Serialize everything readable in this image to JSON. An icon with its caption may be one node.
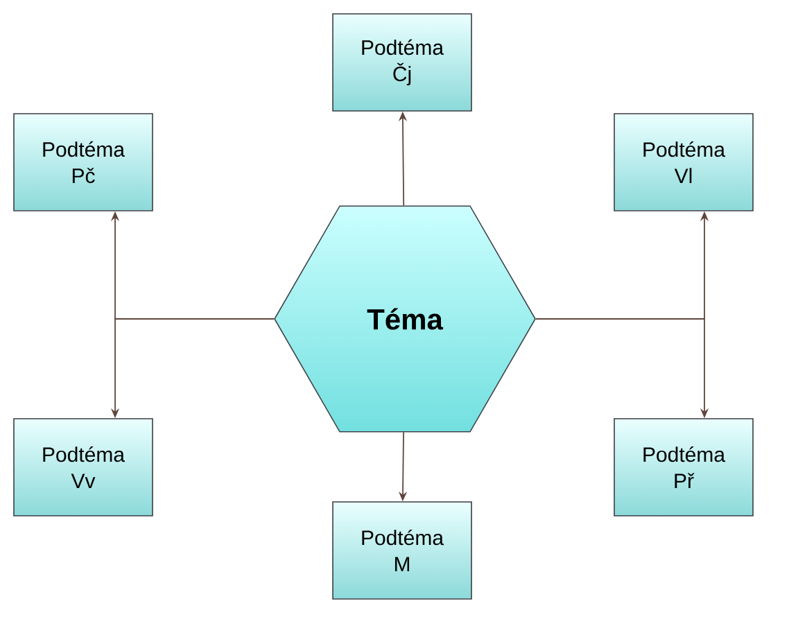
{
  "diagram": {
    "nodes": [
      {
        "text": [
          "Podtéma Čj"
        ]
      },
      {
        "text": [
          "Podtéma Pč"
        ]
      },
      {
        "text": [
          "Podtéma Vl"
        ]
      },
      {
        "text": [
          "Téma"
        ]
      },
      {
        "text": [
          "Podtéma Vv"
        ]
      },
      {
        "text": [
          "Podtéma Př"
        ]
      },
      {
        "text": [
          "Podtéma M"
        ]
      }
    ],
    "edges": [
      {
        "from": 3,
        "to": 0,
        "arrow": "to"
      },
      {
        "from": 3,
        "to": 1,
        "arrow": "to"
      },
      {
        "from": 3,
        "to": 2,
        "arrow": "to"
      },
      {
        "from": 3,
        "to": 4,
        "arrow": "to"
      },
      {
        "from": 3,
        "to": 5,
        "arrow": "to"
      },
      {
        "from": 3,
        "to": 6,
        "arrow": "to"
      }
    ]
  }
}
